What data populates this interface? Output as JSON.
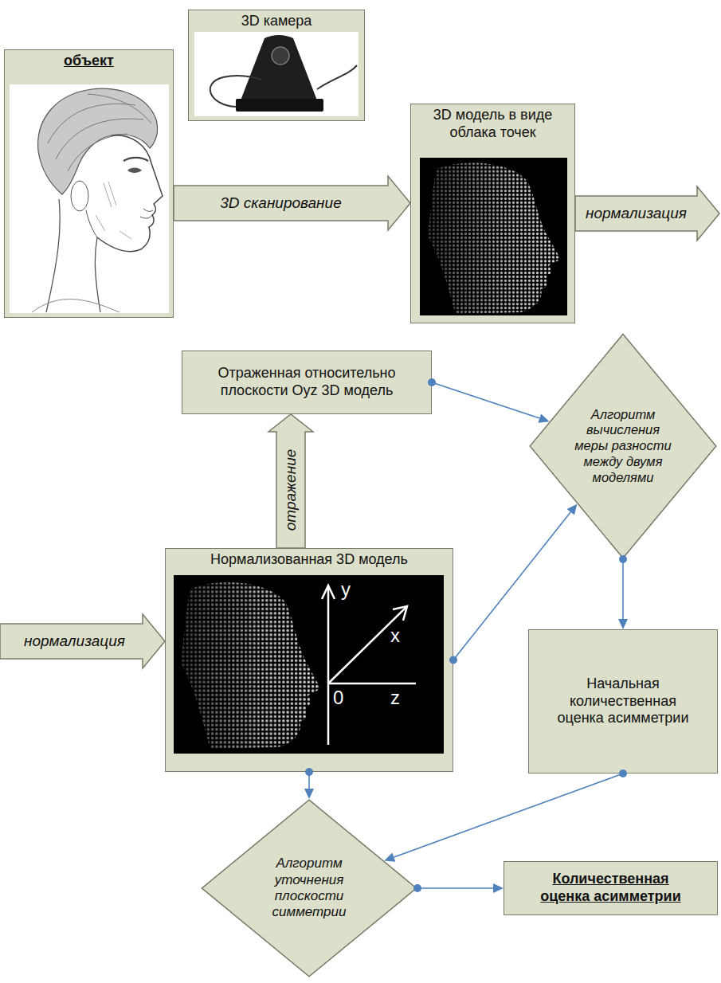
{
  "diagram": {
    "nodes": [
      {
        "text": [
          "объект"
        ]
      },
      {
        "text": [
          "3D камера"
        ]
      },
      {
        "text": [
          "3D модель в виде облака точек"
        ]
      },
      {
        "text": [
          "Отраженная относительно плоскости Oyz 3D модель"
        ]
      },
      {
        "text": [
          "Нормализованная 3D модель"
        ]
      },
      {
        "text": [
          "Алгоритм вычисления меры разности между двумя моделями"
        ]
      },
      {
        "text": [
          "Начальная количественная оценка асимметрии"
        ]
      },
      {
        "text": [
          "Алгоритм уточнения плоскости симметрии"
        ]
      },
      {
        "text": [
          "Количественная оценка асимметрии"
        ]
      }
    ],
    "edges": [
      {
        "from": 0,
        "to": 2,
        "label": "3D сканирование",
        "arrow": "to"
      },
      {
        "from": 2,
        "to": 4,
        "label": "нормализация",
        "arrow": "to"
      },
      {
        "from": 4,
        "to": 3,
        "label": "отражение",
        "arrow": "to"
      },
      {
        "from": 3,
        "to": 5,
        "arrow": "to"
      },
      {
        "from": 4,
        "to": 5,
        "arrow": "to"
      },
      {
        "from": 5,
        "to": 6,
        "arrow": "to"
      },
      {
        "from": 4,
        "to": 7,
        "arrow": "to"
      },
      {
        "from": 6,
        "to": 7,
        "arrow": "to"
      },
      {
        "from": 7,
        "to": 8,
        "arrow": "to"
      }
    ],
    "labels": [
      "нормализация",
      "y",
      "x",
      "0",
      "z"
    ]
  }
}
